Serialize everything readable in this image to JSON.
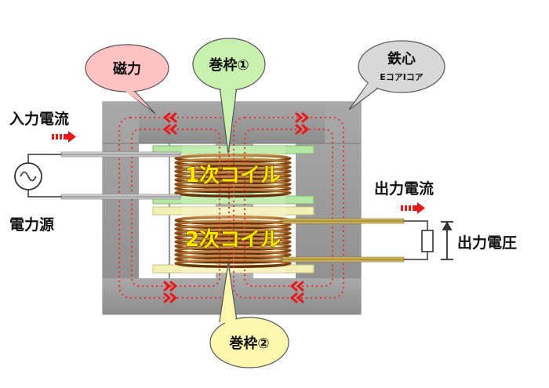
{
  "callouts": {
    "magnetic_force": "磁力",
    "bobbin_1": "巻枠①",
    "core_title": "鉄心",
    "core_sub": "EコアIコア",
    "bobbin_2": "巻枠②"
  },
  "labels": {
    "input_current": "入力電流",
    "power_source": "電力源",
    "output_current": "出力電流",
    "output_voltage": "出力電圧"
  },
  "coils": {
    "primary": "1次コイル",
    "secondary": "2次コイル"
  },
  "colors": {
    "core_outer": "#9a9a9a",
    "core_inner": "#c0c0c0",
    "bobbin_1": "#b7e7a4",
    "bobbin_2": "#f2f0b6",
    "copper": "#8a4a14",
    "flux": "#ff1a1a",
    "callout_red": "#ffc2c2",
    "callout_green": "#c8f0ae",
    "callout_gray": "#d8d8d8",
    "callout_yellow": "#fdf8ae"
  },
  "icons": [
    "ac-source-icon",
    "resistor-icon",
    "flow-arrow-icon",
    "chevron-icon",
    "voltage-arrow-icon"
  ]
}
